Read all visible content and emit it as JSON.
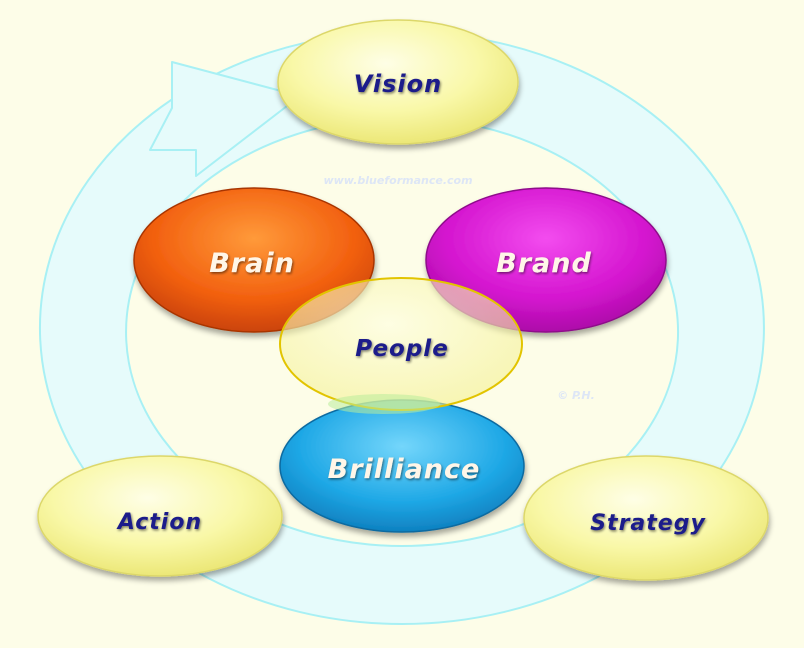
{
  "diagram": {
    "nodes": {
      "vision": "Vision",
      "brain": "Brain",
      "brand": "Brand",
      "people": "People",
      "brilliance": "Brilliance",
      "action": "Action",
      "strategy": "Strategy"
    },
    "watermark": "www.blueformance.com",
    "copyright": "© P.H."
  },
  "colors": {
    "background": "#fdfde8",
    "cycle_arrow": "#e6fbfb",
    "cycle_arrow_outline": "#a8f0f4",
    "outer_node": "#f8f7a0",
    "brain": "#f25a10",
    "brand": "#d415cf",
    "people": "#f8f7a0",
    "brilliance": "#1fa8e6",
    "dark_label": "#1b1f8a",
    "light_label": "#fff6e8"
  }
}
